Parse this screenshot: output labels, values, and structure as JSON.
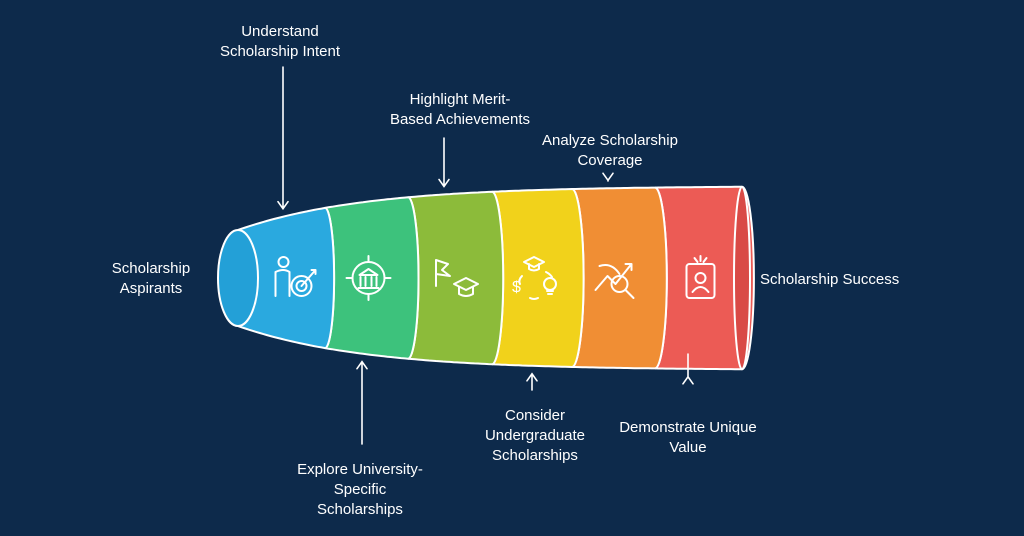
{
  "diagram": {
    "start_label": "Scholarship\nAspirants",
    "end_label": "Scholarship Success",
    "stages": [
      {
        "label": "Understand\nScholarship Intent",
        "position": "top",
        "color": "#2aa9df",
        "icon": "target-person-icon"
      },
      {
        "label": "Explore University-\nSpecific\nScholarships",
        "position": "bottom",
        "color": "#3dc27c",
        "icon": "university-target-icon"
      },
      {
        "label": "Highlight Merit-\nBased Achievements",
        "position": "top",
        "color": "#8cbb3a",
        "icon": "flag-graduation-cap-icon"
      },
      {
        "label": "Consider\nUndergraduate\nScholarships",
        "position": "bottom",
        "color": "#f1d21b",
        "icon": "graduation-money-idea-icon"
      },
      {
        "label": "Analyze Scholarship\nCoverage",
        "position": "top",
        "color": "#f08e34",
        "icon": "chart-magnifier-icon"
      },
      {
        "label": "Demonstrate Unique\nValue",
        "position": "bottom",
        "color": "#ec5b55",
        "icon": "id-badge-icon"
      }
    ]
  }
}
